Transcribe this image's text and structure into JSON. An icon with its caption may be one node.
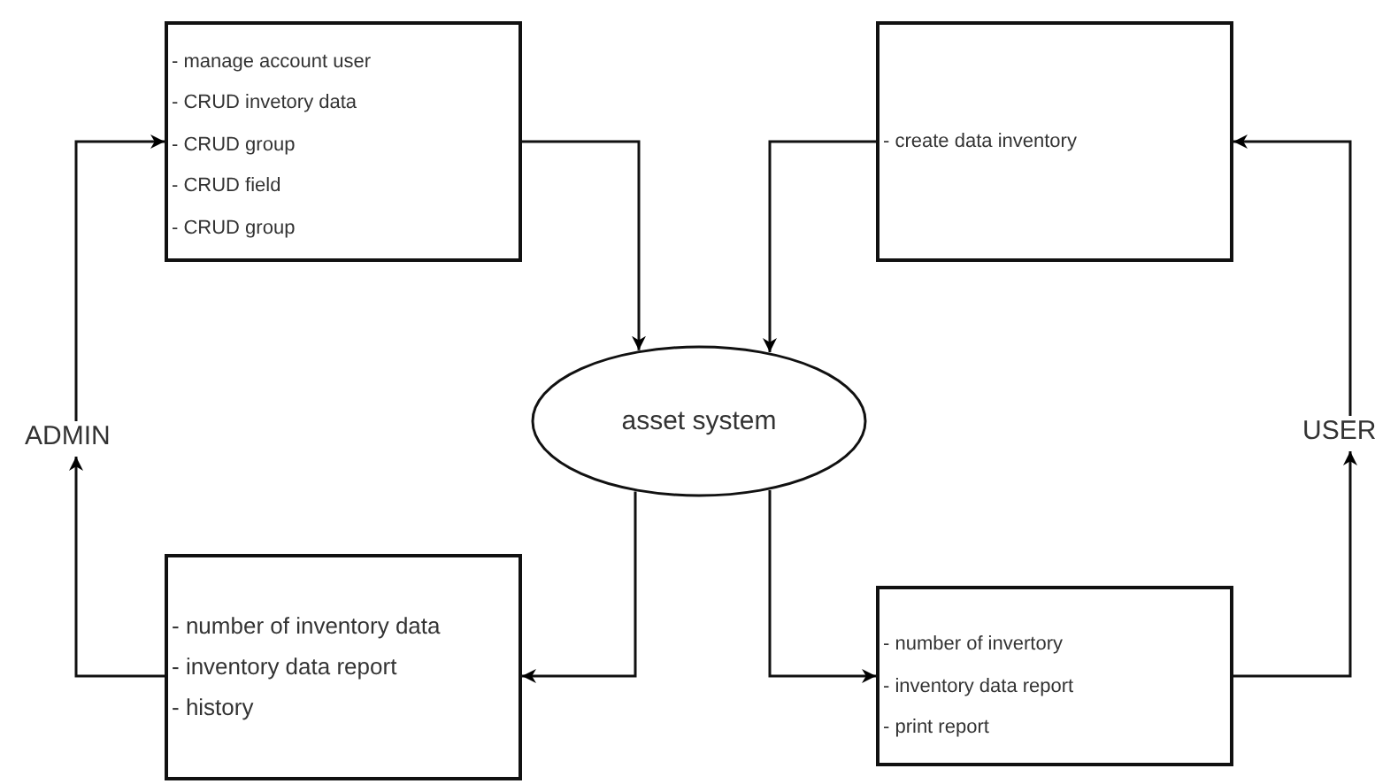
{
  "diagram": {
    "nodes": [
      {
        "text": [
          "- manage account user",
          "- CRUD invetory data",
          "- CRUD group",
          "- CRUD field",
          "- CRUD group"
        ]
      },
      {
        "text": [
          "- create data inventory"
        ]
      },
      {
        "text": [
          "ADMIN"
        ]
      },
      {
        "text": [
          "asset system"
        ]
      },
      {
        "text": [
          "USER"
        ]
      },
      {
        "text": [
          "- number of inventory data",
          "- inventory data report",
          "- history"
        ]
      },
      {
        "text": [
          "- number of invertory",
          "- inventory data report",
          "- print report"
        ]
      }
    ],
    "edges": [
      {
        "from": 2,
        "to": 0,
        "arrow": "to"
      },
      {
        "from": 0,
        "to": 3,
        "arrow": "to"
      },
      {
        "from": 1,
        "to": 3,
        "arrow": "to"
      },
      {
        "from": 4,
        "to": 1,
        "arrow": "to"
      },
      {
        "from": 3,
        "to": 5,
        "arrow": "to"
      },
      {
        "from": 5,
        "to": 2,
        "arrow": "to"
      },
      {
        "from": 3,
        "to": 6,
        "arrow": "to"
      },
      {
        "from": 6,
        "to": 4,
        "arrow": "to"
      }
    ]
  }
}
